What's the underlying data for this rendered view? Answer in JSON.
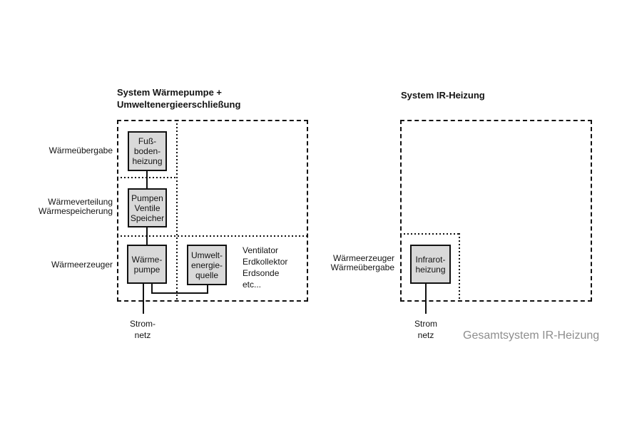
{
  "left_system": {
    "title_lines": [
      "System Wärmepumpe +",
      "Umweltenergieerschließung"
    ],
    "row_labels": {
      "transfer": "Wärmeübergabe",
      "distribution_lines": [
        "Wärmeverteilung",
        "Wärmespeicherung"
      ],
      "generator": "Wärmeerzeuger"
    },
    "boxes": {
      "floor_heating": [
        "Fuß-",
        "boden-",
        "heizung"
      ],
      "pumps_valves_storage": [
        "Pumpen",
        "Ventile",
        "Speicher"
      ],
      "heat_pump": [
        "Wärme-",
        "pumpe"
      ],
      "environmental_source": [
        "Umwelt-",
        "energie-",
        "quelle"
      ]
    },
    "environment_examples": [
      "Ventilator",
      "Erdkollektor",
      "Erdsonde",
      "etc..."
    ],
    "grid_label_lines": [
      "Strom-",
      "netz"
    ]
  },
  "right_system": {
    "title": "System IR-Heizung",
    "row_label_lines": [
      "Wärmeerzeuger",
      "Wärmeübergabe"
    ],
    "box": [
      "Infrarot-",
      "heizung"
    ],
    "grid_label_lines": [
      "Strom",
      "netz"
    ],
    "caption": "Gesamtsystem IR-Heizung"
  },
  "colors": {
    "node_fill": "#d9d9d9",
    "line_color": "#111111",
    "caption_color": "#8e8e8e",
    "background": "#ffffff"
  }
}
